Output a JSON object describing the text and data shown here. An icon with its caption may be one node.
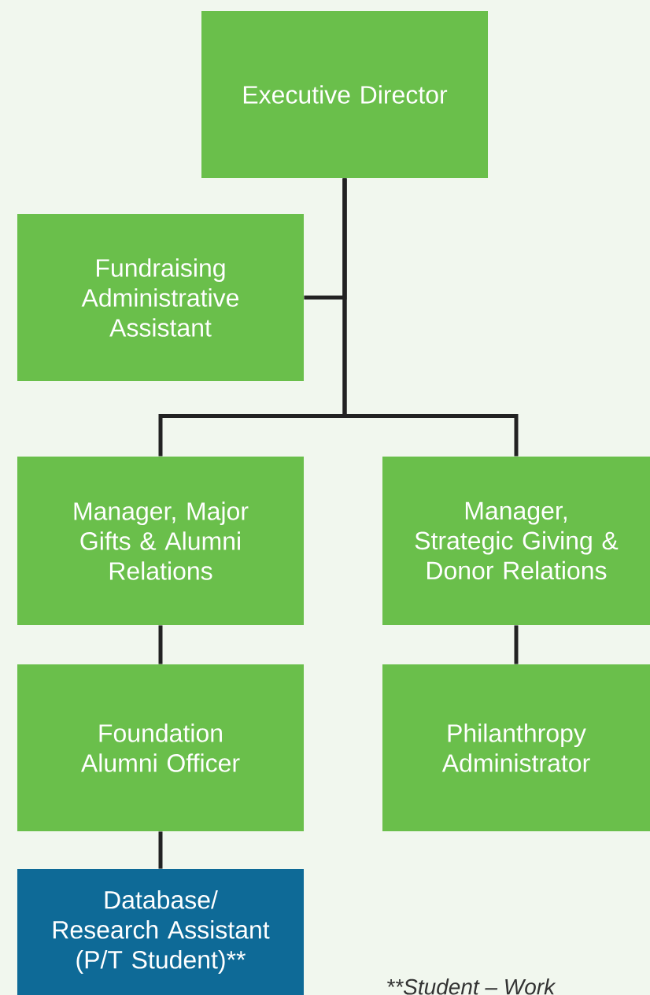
{
  "diagram": {
    "nodes": [
      {
        "text": [
          "Executive Director"
        ]
      },
      {
        "text": [
          "Fundraising Administrative Assistant"
        ]
      },
      {
        "text": [
          "Manager, Major Gifts & Alumni Relations"
        ]
      },
      {
        "text": [
          "Manager, Strategic Giving & Donor Relations"
        ]
      },
      {
        "text": [
          "Foundation Alumni Officer"
        ]
      },
      {
        "text": [
          "Philanthropy Administrator"
        ]
      },
      {
        "text": [
          "Database/ Research Assistant (P/T Student)**"
        ]
      }
    ],
    "edges": [
      {
        "from": 0,
        "to": 1,
        "arrow": "none"
      },
      {
        "from": 0,
        "to": 2,
        "arrow": "none"
      },
      {
        "from": 0,
        "to": 3,
        "arrow": "none"
      },
      {
        "from": 2,
        "to": 4,
        "arrow": "none"
      },
      {
        "from": 3,
        "to": 5,
        "arrow": "none"
      },
      {
        "from": 4,
        "to": 6,
        "arrow": "none"
      }
    ],
    "labels": [
      "**Student – Work"
    ]
  }
}
